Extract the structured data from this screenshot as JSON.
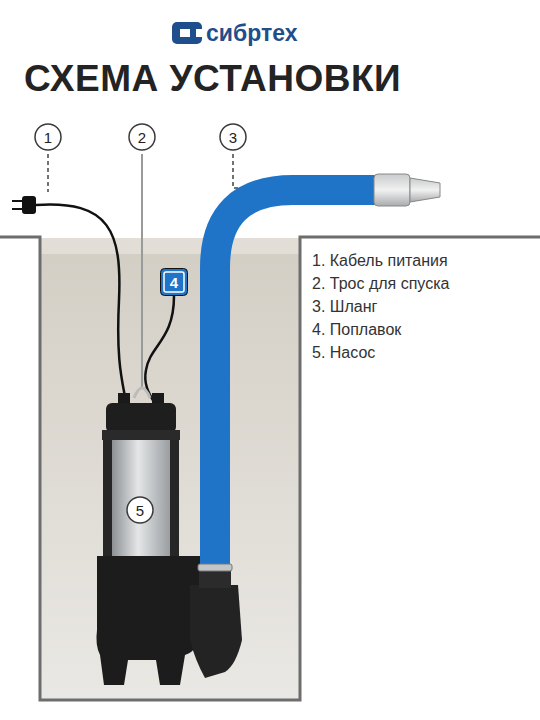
{
  "diagram": {
    "title": "СХЕМА УСТАНОВКИ",
    "nodes": [
      {
        "text": [
          "1"
        ]
      },
      {
        "text": [
          "2"
        ]
      },
      {
        "text": [
          "3"
        ]
      },
      {
        "text": [
          "4"
        ]
      },
      {
        "text": [
          "5"
        ]
      }
    ],
    "labels": [
      "сибртех",
      "1. Кабель питания",
      "2. Трос для спуска",
      "3. Шланг",
      "4. Поплавок",
      "5. Насос"
    ]
  }
}
